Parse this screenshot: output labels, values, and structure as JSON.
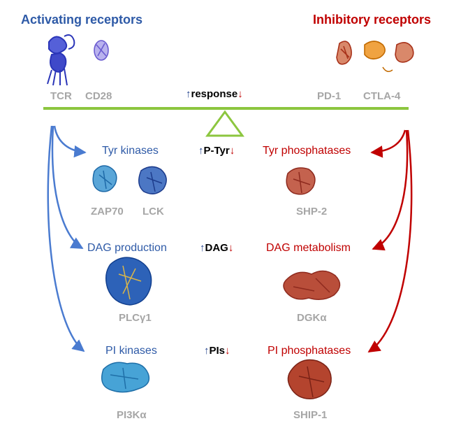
{
  "headers": {
    "activating": "Activating receptors",
    "inhibitory": "Inhibitory receptors"
  },
  "receptors": {
    "tcr": "TCR",
    "cd28": "CD28",
    "pd1": "PD-1",
    "ctla4": "CTLA-4"
  },
  "balance": {
    "up_arrow": "↑",
    "label": "response",
    "down_arrow": "↓"
  },
  "rows": [
    {
      "left_label": "Tyr kinases",
      "middle": "P-Tyr",
      "right_label": "Tyr phosphatases",
      "left_proteins": [
        "ZAP70",
        "LCK"
      ],
      "right_proteins": [
        "SHP-2"
      ]
    },
    {
      "left_label": "DAG production",
      "middle": "DAG",
      "right_label": "DAG metabolism",
      "left_proteins": [
        "PLCγ1"
      ],
      "right_proteins": [
        "DGKα"
      ]
    },
    {
      "left_label": "PI kinases",
      "middle": "PIs",
      "right_label": "PI phosphatases",
      "left_proteins": [
        "PI3Kα"
      ],
      "right_proteins": [
        "SHIP-1"
      ]
    }
  ],
  "colors": {
    "activating": "#2e5aa7",
    "activating_arrow": "#4a7bd0",
    "inhibitory": "#c00000",
    "balance": "#8cc63f",
    "gray_text": "#a6a6a6",
    "up_arrow": "#1f3f8a",
    "down_arrow": "#c00000"
  },
  "icons": [
    "protein-structure-blue-icon",
    "protein-structure-red-icon",
    "fulcrum-triangle-icon"
  ]
}
